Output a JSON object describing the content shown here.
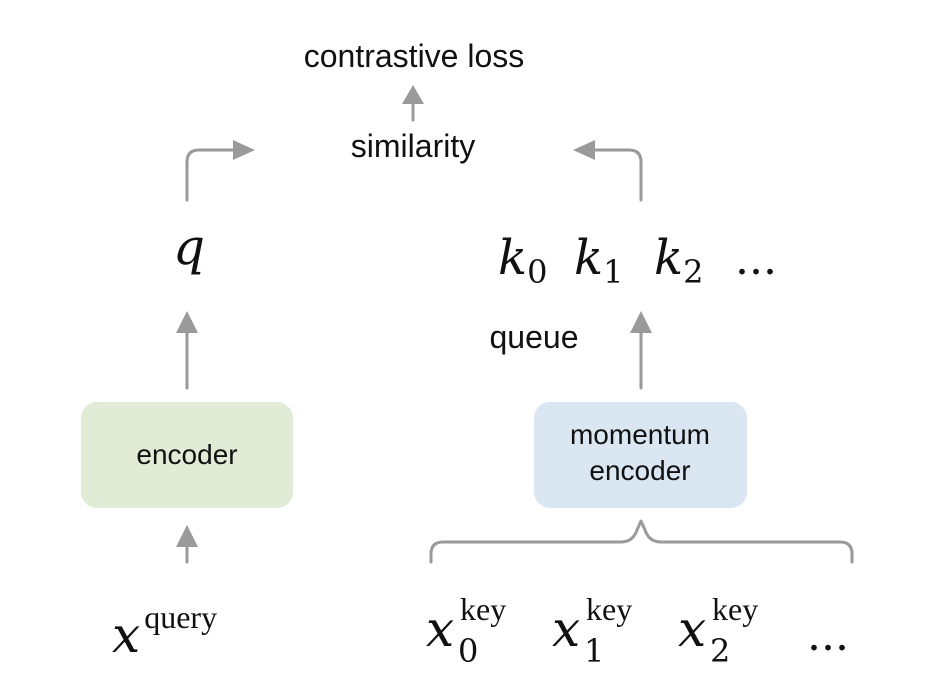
{
  "title": "contrastive loss",
  "similarity_label": "similarity",
  "query": {
    "symbol": "q",
    "encoder_label": "encoder",
    "input_base": "x",
    "input_sup": "query"
  },
  "keys": {
    "symbol": "k",
    "subscripts": [
      "0",
      "1",
      "2"
    ],
    "ellipsis": "...",
    "queue_label": "queue",
    "encoder_label_line1": "momentum",
    "encoder_label_line2": "encoder",
    "input_base": "x",
    "input_sup": "key",
    "input_subscripts": [
      "0",
      "1",
      "2"
    ],
    "input_ellipsis": "..."
  },
  "colors": {
    "encoder_fill": "#e1ebd5",
    "momentum_encoder_fill": "#dae6f2",
    "arrow": "#9a9a9a",
    "text": "#111111"
  }
}
